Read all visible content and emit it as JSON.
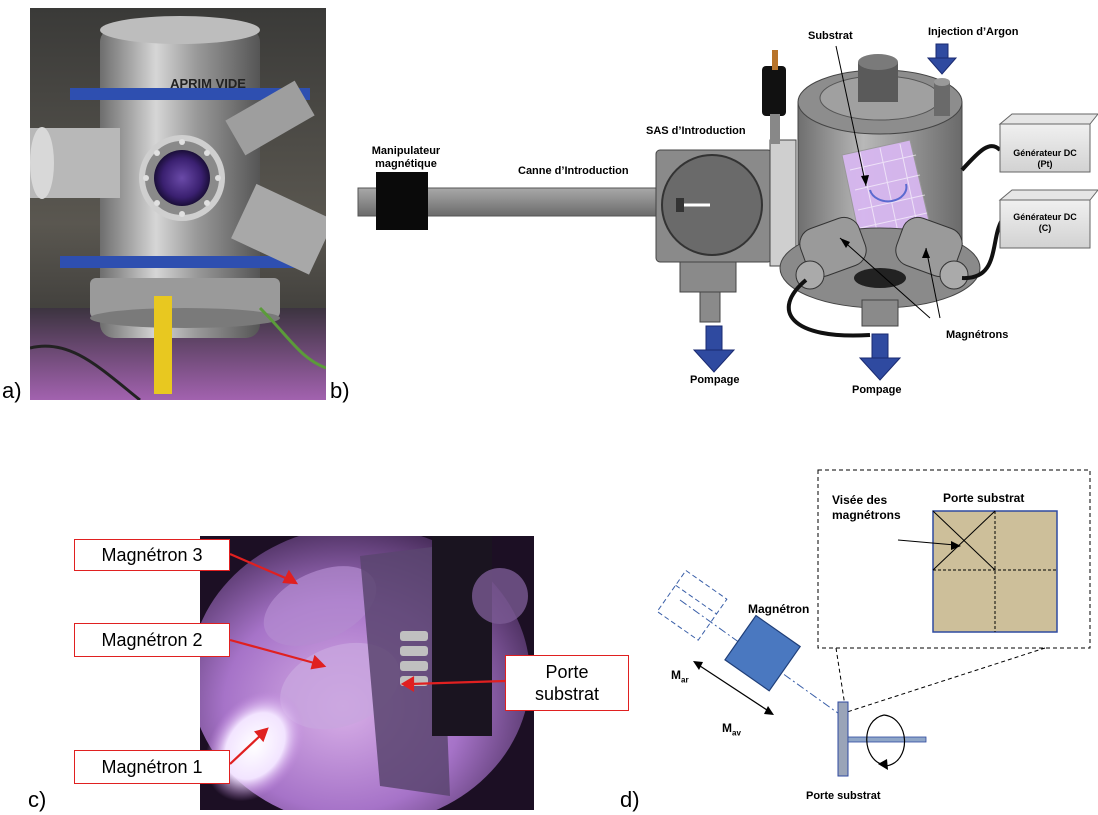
{
  "panels": {
    "a": "a)",
    "b": "b)",
    "c": "c)",
    "d": "d)"
  },
  "photo_a": {
    "nameplate": "APRIM VIDE"
  },
  "diagram_b": {
    "manipulateur": "Manipulateur magnétique",
    "canne": "Canne d’Introduction",
    "sas": "SAS d’Introduction",
    "substrat": "Substrat",
    "argon": "Injection d’Argon",
    "gen_pt_line1": "Générateur DC",
    "gen_pt_line2": "(Pt)",
    "gen_c_line1": "Générateur DC",
    "gen_c_line2": "(C)",
    "magnetrons": "Magnétrons",
    "pompage_left": "Pompage",
    "pompage_right": "Pompage"
  },
  "photo_c": {
    "magnetron3": "Magnétron  3",
    "magnetron2": "Magnétron  2",
    "magnetron1": "Magnétron  1",
    "porte_line1": "Porte",
    "porte_line2": "substrat"
  },
  "diagram_d": {
    "visee_line1": "Visée des",
    "visee_line2": "magnétrons",
    "porte_top": "Porte substrat",
    "magnetron": "Magnétron",
    "m_ar_main": "M",
    "m_ar_sub": "ar",
    "m_av_main": "M",
    "m_av_sub": "av",
    "porte_bottom": "Porte substrat"
  },
  "colors": {
    "arrow_blue": "#2f4aa0",
    "red_arrow": "#e02020",
    "magnetron_blue": "#4a78c0",
    "substrate_tan": "#cdbf9a",
    "plasma_purple": "#b07ad0"
  }
}
